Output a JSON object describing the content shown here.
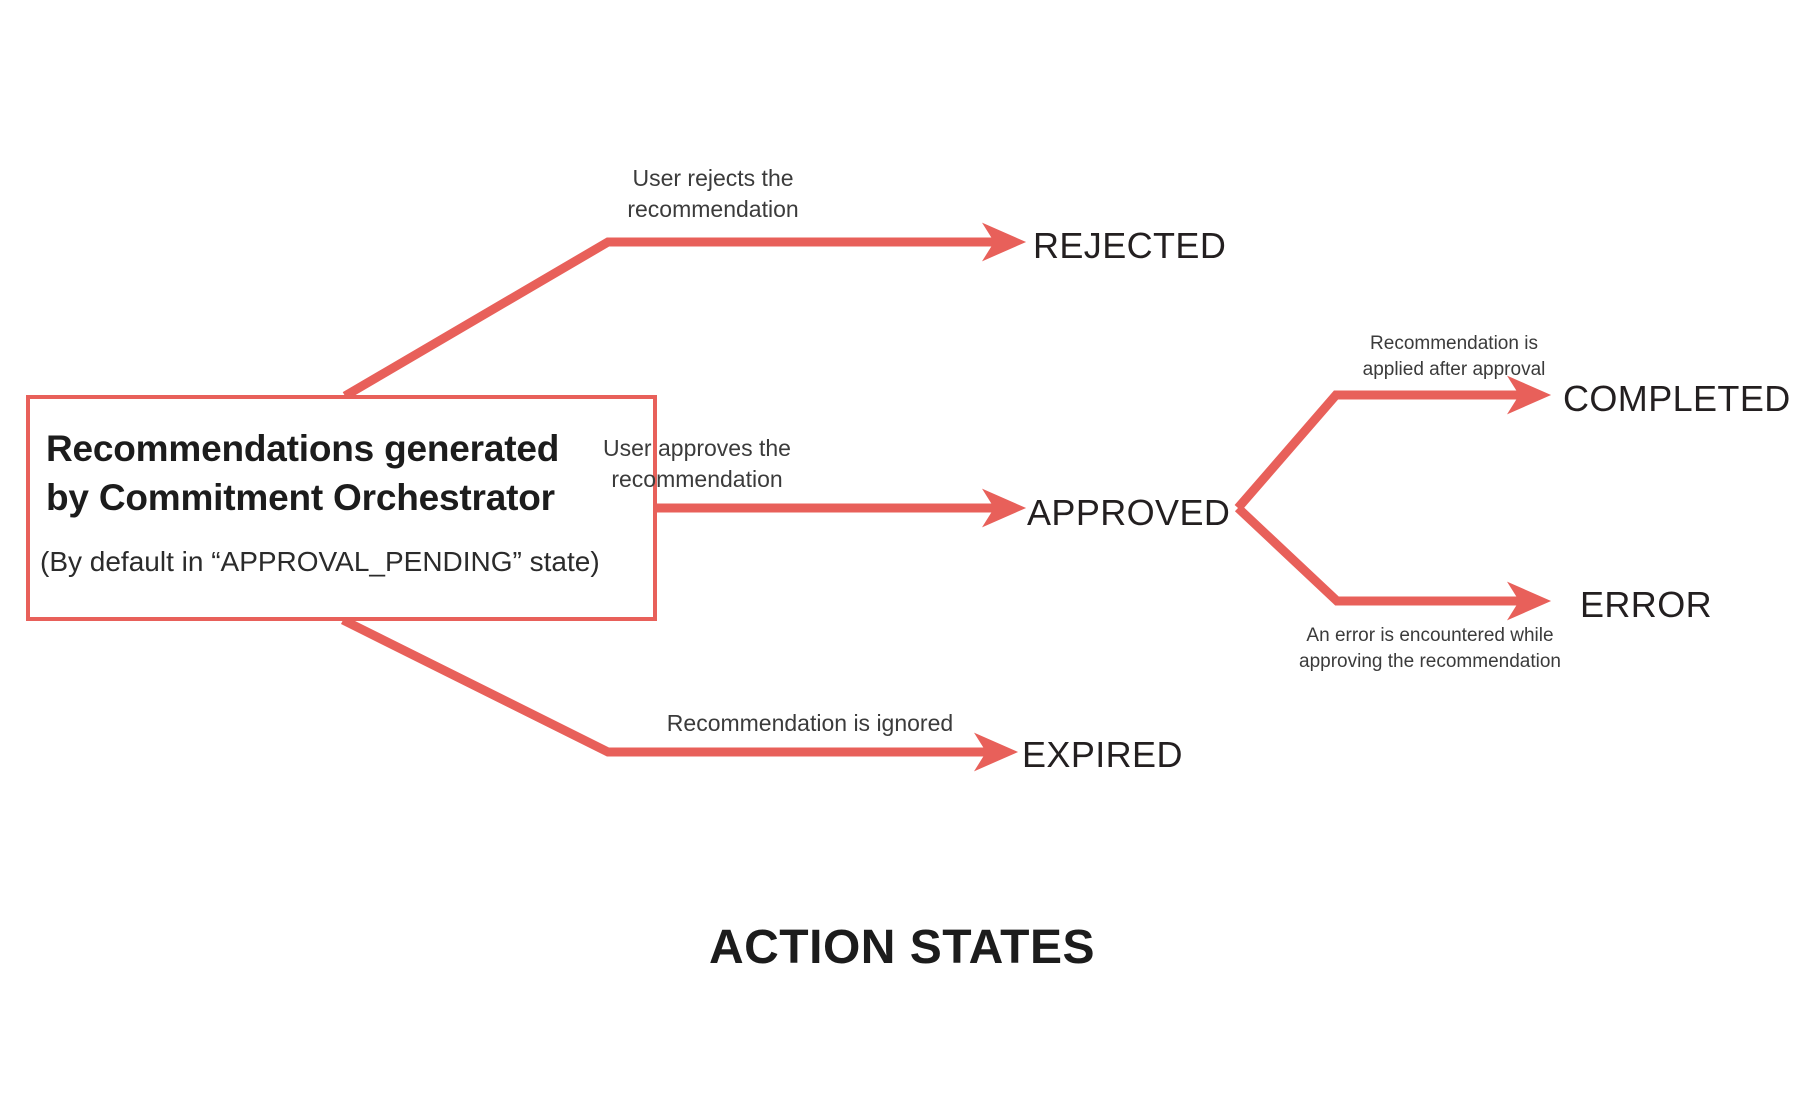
{
  "diagram": {
    "title": "ACTION STATES",
    "accent_color": "#E8605A",
    "text_color": "#231f20",
    "background_color": "#ffffff",
    "type": "state-flow-diagram"
  },
  "source_node": {
    "title": "Recommendations generated\nby Commitment Orchestrator",
    "subtitle": "(By default in “APPROVAL_PENDING” state)"
  },
  "states": {
    "rejected": "REJECTED",
    "approved": "APPROVED",
    "expired": "EXPIRED",
    "completed": "COMPLETED",
    "error": "ERROR"
  },
  "transitions": {
    "to_rejected": "User rejects the\nrecommendation",
    "to_approved": "User approves the\nrecommendation",
    "to_expired": "Recommendation is ignored",
    "to_completed": "Recommendation is\napplied after approval",
    "to_error": "An error is encountered while\napproving the recommendation"
  }
}
